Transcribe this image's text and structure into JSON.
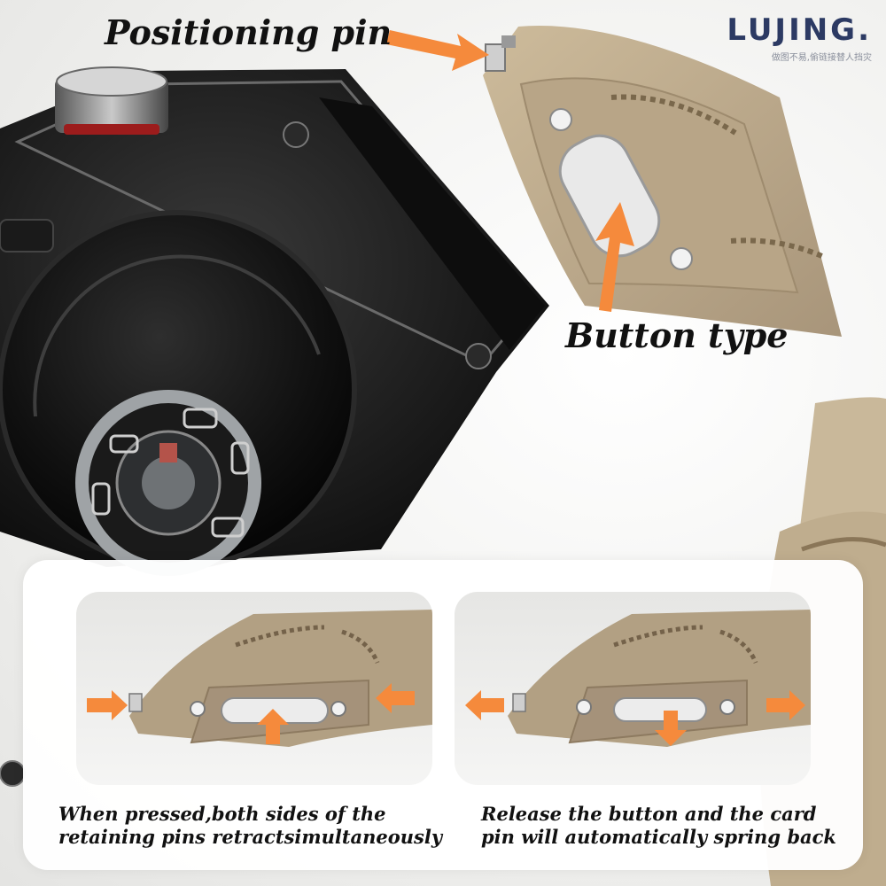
{
  "labels": {
    "positioning_pin": "Positioning pin",
    "button_type": "Button type"
  },
  "brand": {
    "logo": "LUJING.",
    "tagline": "做图不易,偷链接替人挡灾"
  },
  "captions": {
    "left_line1": "When pressed,both sides of the",
    "left_line2": "retaining pins retractsimultaneously",
    "right_line1": "Release the button and the card",
    "right_line2": "pin will automatically spring back"
  },
  "colors": {
    "arrow_orange": "#f58a3c",
    "strap_tan": "#b5a283",
    "watch_black": "#151515",
    "brand_navy": "#2c3a63"
  },
  "icons": [
    "watch-crown",
    "torx-screw-icon",
    "arrow-icon"
  ]
}
